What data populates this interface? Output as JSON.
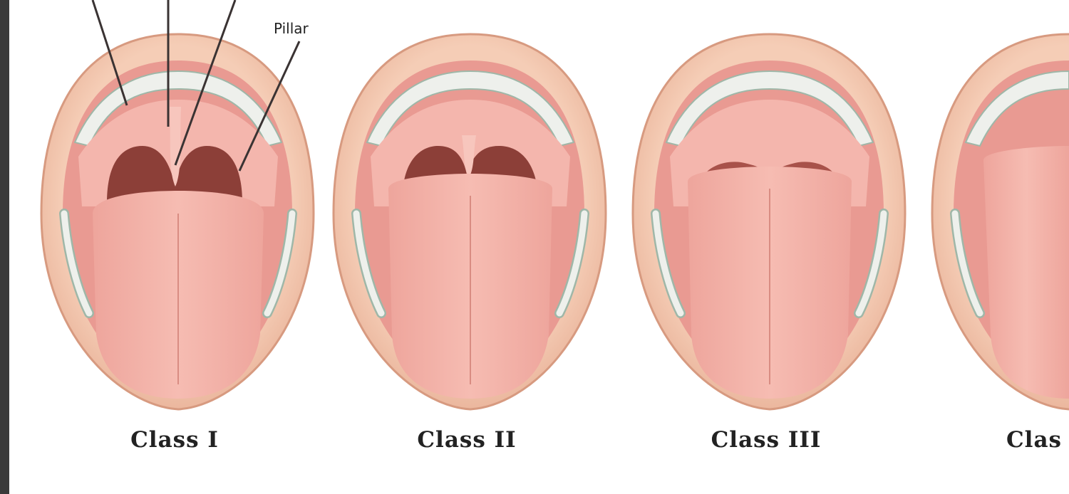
{
  "labels": {
    "pillar": "Pillar"
  },
  "panels": [
    {
      "caption": "Class I"
    },
    {
      "caption": "Class II"
    },
    {
      "caption": "Class III"
    },
    {
      "caption": "Clas"
    }
  ],
  "colors": {
    "lip": "#f2c3aa",
    "mouth_inner": "#e99a92",
    "tongue": "#f3aea5",
    "throat": "#8c3f38",
    "teeth": "#eef0ec",
    "gums": "#f6b8ad",
    "frame": "#3a3a3a"
  }
}
